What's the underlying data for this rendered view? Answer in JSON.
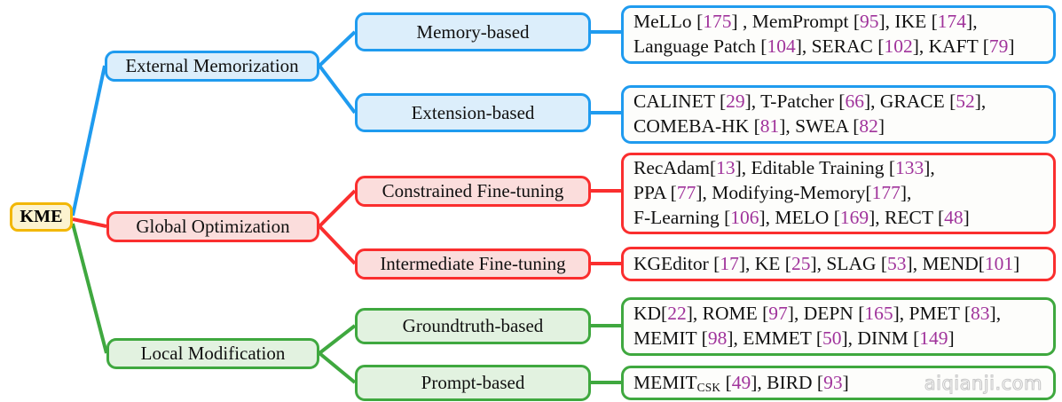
{
  "diagram": {
    "title": "KME taxonomy",
    "root": {
      "label": "KME"
    },
    "colors": {
      "root_border": "#F2B705",
      "root_fill": "#FCF3CF",
      "blue_border": "#1F9BEF",
      "blue_fill": "#DCEEFB",
      "red_border": "#FA2E2E",
      "red_fill": "#FBDDDC",
      "green_border": "#3FA83F",
      "green_fill": "#E2F2E0",
      "citation": "#A0339B",
      "leaf_fill": "#FDFDFB"
    },
    "branches": [
      {
        "label": "External Memorization",
        "color": "blue",
        "children": [
          {
            "label": "Memory-based",
            "lines": [
              [
                {
                  "t": "MeLLo "
                },
                {
                  "t": "[",
                  "c": false
                },
                {
                  "t": "175",
                  "c": true
                },
                {
                  "t": "]"
                },
                {
                  "t": " , MemPrompt ["
                },
                {
                  "t": "95",
                  "c": true
                },
                {
                  "t": "], IKE ["
                },
                {
                  "t": "174",
                  "c": true
                },
                {
                  "t": "],"
                }
              ],
              [
                {
                  "t": "Language Patch ["
                },
                {
                  "t": "104",
                  "c": true
                },
                {
                  "t": "], SERAC ["
                },
                {
                  "t": "102",
                  "c": true
                },
                {
                  "t": "], KAFT ["
                },
                {
                  "t": "79",
                  "c": true
                },
                {
                  "t": "]"
                }
              ]
            ]
          },
          {
            "label": "Extension-based",
            "lines": [
              [
                {
                  "t": "CALINET ["
                },
                {
                  "t": "29",
                  "c": true
                },
                {
                  "t": "], T-Patcher ["
                },
                {
                  "t": "66",
                  "c": true
                },
                {
                  "t": "], GRACE ["
                },
                {
                  "t": "52",
                  "c": true
                },
                {
                  "t": "],"
                }
              ],
              [
                {
                  "t": "COMEBA-HK ["
                },
                {
                  "t": "81",
                  "c": true
                },
                {
                  "t": "], SWEA ["
                },
                {
                  "t": "82",
                  "c": true
                },
                {
                  "t": "]"
                }
              ]
            ]
          }
        ]
      },
      {
        "label": "Global Optimization",
        "color": "red",
        "children": [
          {
            "label": "Constrained Fine-tuning",
            "lines": [
              [
                {
                  "t": "RecAdam["
                },
                {
                  "t": "13",
                  "c": true
                },
                {
                  "t": "], Editable Training ["
                },
                {
                  "t": "133",
                  "c": true
                },
                {
                  "t": "],"
                }
              ],
              [
                {
                  "t": "PPA ["
                },
                {
                  "t": "77",
                  "c": true
                },
                {
                  "t": "], Modifying-Memory["
                },
                {
                  "t": "177",
                  "c": true
                },
                {
                  "t": "],"
                }
              ],
              [
                {
                  "t": "F-Learning ["
                },
                {
                  "t": "106",
                  "c": true
                },
                {
                  "t": "], MELO ["
                },
                {
                  "t": "169",
                  "c": true
                },
                {
                  "t": "], RECT ["
                },
                {
                  "t": "48",
                  "c": true
                },
                {
                  "t": "]"
                }
              ]
            ]
          },
          {
            "label": "Intermediate Fine-tuning",
            "lines": [
              [
                {
                  "t": "KGEditor ["
                },
                {
                  "t": "17",
                  "c": true
                },
                {
                  "t": "], KE ["
                },
                {
                  "t": "25",
                  "c": true
                },
                {
                  "t": "], SLAG ["
                },
                {
                  "t": "53",
                  "c": true
                },
                {
                  "t": "], MEND["
                },
                {
                  "t": "101",
                  "c": true
                },
                {
                  "t": "]"
                }
              ]
            ]
          }
        ]
      },
      {
        "label": "Local Modification",
        "color": "green",
        "children": [
          {
            "label": "Groundtruth-based",
            "lines": [
              [
                {
                  "t": "KD["
                },
                {
                  "t": "22",
                  "c": true
                },
                {
                  "t": "], ROME ["
                },
                {
                  "t": "97",
                  "c": true
                },
                {
                  "t": "], DEPN ["
                },
                {
                  "t": "165",
                  "c": true
                },
                {
                  "t": "], PMET ["
                },
                {
                  "t": "83",
                  "c": true
                },
                {
                  "t": "],"
                }
              ],
              [
                {
                  "t": "MEMIT ["
                },
                {
                  "t": "98",
                  "c": true
                },
                {
                  "t": "], EMMET ["
                },
                {
                  "t": "50",
                  "c": true
                },
                {
                  "t": "], DINM ["
                },
                {
                  "t": "149",
                  "c": true
                },
                {
                  "t": "]"
                }
              ]
            ]
          },
          {
            "label": "Prompt-based",
            "lines": [
              [
                {
                  "t": "MEMIT"
                },
                {
                  "sub": "CSK"
                },
                {
                  "t": " ["
                },
                {
                  "t": "49",
                  "c": true
                },
                {
                  "t": "], BIRD ["
                },
                {
                  "t": "93",
                  "c": true
                },
                {
                  "t": "]"
                }
              ]
            ]
          }
        ]
      }
    ],
    "watermark": "aiqianji.com"
  }
}
